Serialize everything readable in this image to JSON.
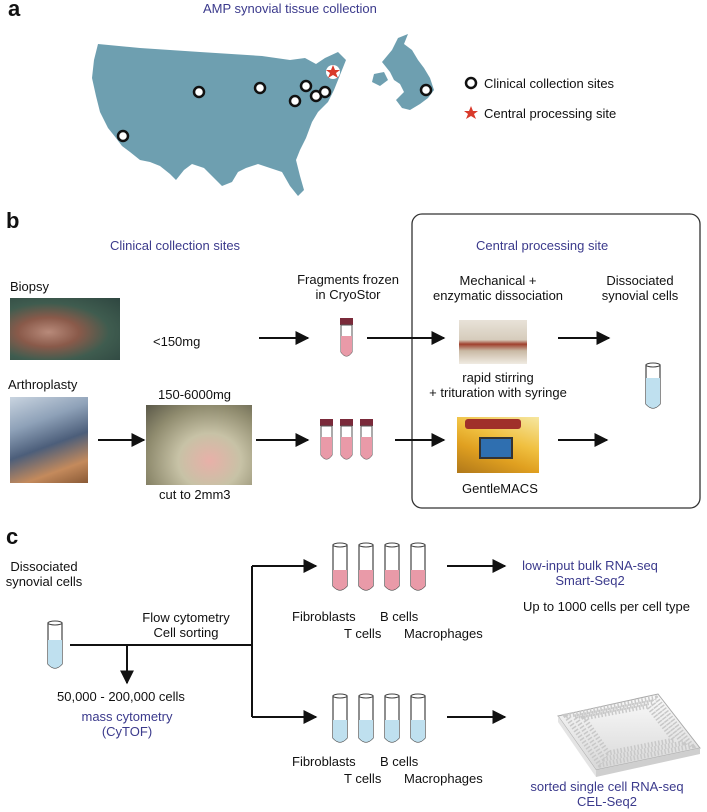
{
  "panel_a": {
    "letter": "a",
    "title": "AMP synovial tissue collection",
    "legend": {
      "clinical": "Clinical collection sites",
      "central": "Central processing site"
    }
  },
  "panel_b": {
    "letter": "b",
    "clinical_header": "Clinical collection sites",
    "central_header": "Central processing site",
    "biopsy_label": "Biopsy",
    "biopsy_amount": "<150mg",
    "arthroplasty_label": "Arthroplasty",
    "arthro_amount": "150-6000mg",
    "cut_label": "cut to 2mm3",
    "frozen_label_1": "Fragments frozen",
    "frozen_label_2": "in CryoStor",
    "dissoc_label_1": "Mechanical +",
    "dissoc_label_2": "enzymatic dissociation",
    "cells_label_1": "Dissociated",
    "cells_label_2": "synovial cells",
    "stirring_label_1": "rapid stirring",
    "stirring_label_2": "+ trituration with syringe",
    "gentlemacs_label": "GentleMACS"
  },
  "panel_c": {
    "letter": "c",
    "source_label_1": "Dissociated",
    "source_label_2": "synovial cells",
    "flow_label_1": "Flow cytometry",
    "flow_label_2": "Cell sorting",
    "cell_count": "50,000 - 200,000 cells",
    "cytof_1": "mass cytometry",
    "cytof_2": "(CyTOF)",
    "top_types": {
      "fibroblasts": "Fibroblasts",
      "b_cells": "B cells",
      "t_cells": "T cells",
      "macrophages": "Macrophages"
    },
    "bottom_types": {
      "fibroblasts": "Fibroblasts",
      "b_cells": "B cells",
      "t_cells": "T cells",
      "macrophages": "Macrophages"
    },
    "bulk_1": "low-input bulk RNA-seq",
    "bulk_2": "Smart-Seq2",
    "bulk_3": "Up to 1000 cells per cell type",
    "single_1": "sorted single cell RNA-seq",
    "single_2": "CEL-Seq2"
  },
  "colors": {
    "map": "#6e9fb0",
    "accent_text": "#3b3a8c",
    "tube_pink": "#e99aa8",
    "tube_blue": "#bfe0ef",
    "star": "#d93a2b"
  }
}
